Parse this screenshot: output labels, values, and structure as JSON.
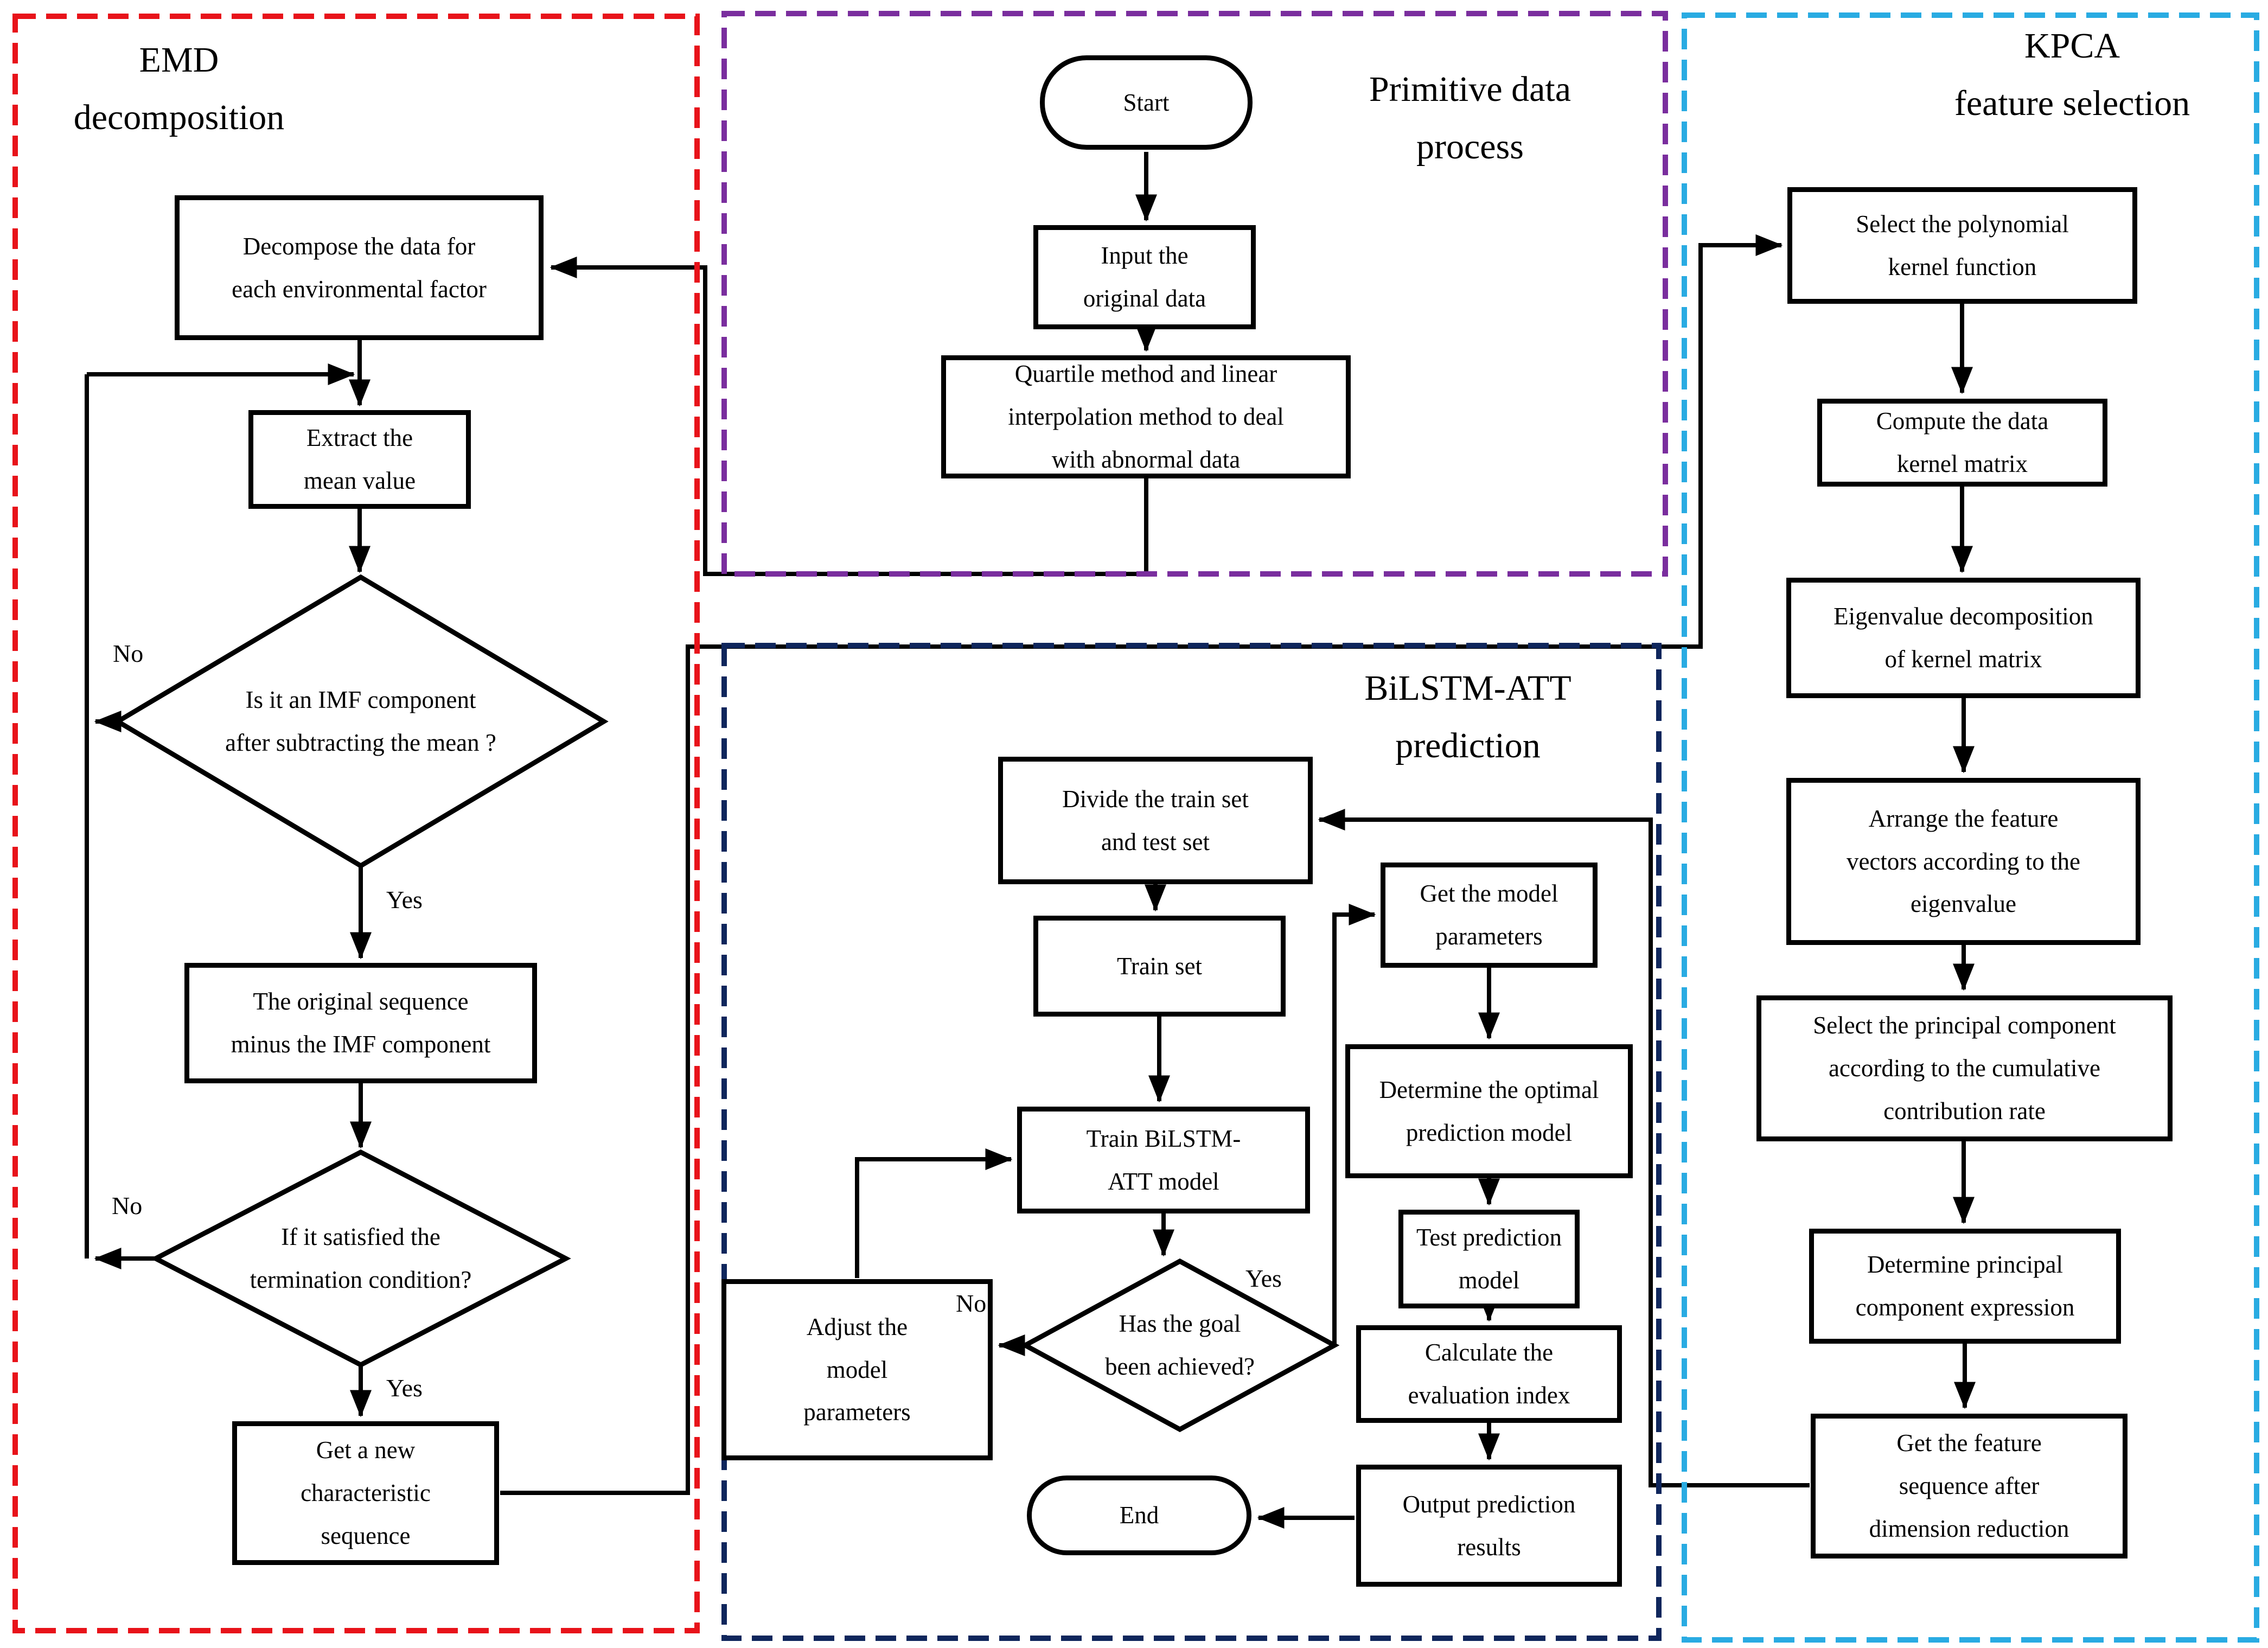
{
  "colors": {
    "emd_border": "#e8131a",
    "primitive_border": "#7a2e9e",
    "bilstm_border": "#0f265c",
    "kpca_border": "#29abe2",
    "line": "#000000"
  },
  "regions": {
    "emd": {
      "title": "EMD\ndecomposition"
    },
    "primitive": {
      "title": "Primitive data\nprocess"
    },
    "bilstm": {
      "title": "BiLSTM-ATT\nprediction"
    },
    "kpca": {
      "title": "KPCA\nfeature selection"
    }
  },
  "nodes": {
    "start": {
      "label": "Start"
    },
    "input_original": {
      "label": "Input the\noriginal data"
    },
    "quartile": {
      "label": "Quartile method and linear\ninterpolation method to deal\nwith abnormal data"
    },
    "decompose": {
      "label": "Decompose the data for\neach environmental factor"
    },
    "extract_mean": {
      "label": "Extract the\nmean value"
    },
    "imf_check": {
      "label": "Is it an IMF component\nafter subtracting the mean ?"
    },
    "subtract_imf": {
      "label": "The original sequence\nminus the IMF component"
    },
    "termination": {
      "label": "If it satisfied the\ntermination condition?"
    },
    "new_sequence": {
      "label": "Get a new\ncharacteristic\nsequence"
    },
    "divide_sets": {
      "label": "Divide the train set\nand test set"
    },
    "train_set": {
      "label": "Train set"
    },
    "train_model": {
      "label": "Train BiLSTM-\nATT model"
    },
    "goal_check": {
      "label": "Has the goal\nbeen achieved?"
    },
    "adjust_params": {
      "label": "Adjust the\nmodel\nparameters"
    },
    "get_params": {
      "label": "Get the model\nparameters"
    },
    "optimal_model": {
      "label": "Determine the optimal\nprediction model"
    },
    "test_model": {
      "label": "Test prediction\nmodel"
    },
    "evaluation_index": {
      "label": "Calculate the\nevaluation index"
    },
    "output_results": {
      "label": "Output prediction\nresults"
    },
    "end": {
      "label": "End"
    },
    "kernel_function": {
      "label": "Select the polynomial\nkernel function"
    },
    "kernel_matrix": {
      "label": "Compute the data\nkernel matrix"
    },
    "eigen_decomposition": {
      "label": "Eigenvalue decomposition\nof kernel matrix"
    },
    "arrange_vectors": {
      "label": "Arrange the feature\nvectors according to the\neigenvalue"
    },
    "select_pc": {
      "label": "Select the principal component\naccording to the cumulative\ncontribution rate"
    },
    "pc_expression": {
      "label": "Determine principal\ncomponent expression"
    },
    "feature_sequence": {
      "label": "Get the feature\nsequence after\ndimension reduction"
    }
  },
  "edge_labels": {
    "imf_no": "No",
    "imf_yes": "Yes",
    "term_no": "No",
    "term_yes": "Yes",
    "goal_no": "No",
    "goal_yes": "Yes"
  }
}
